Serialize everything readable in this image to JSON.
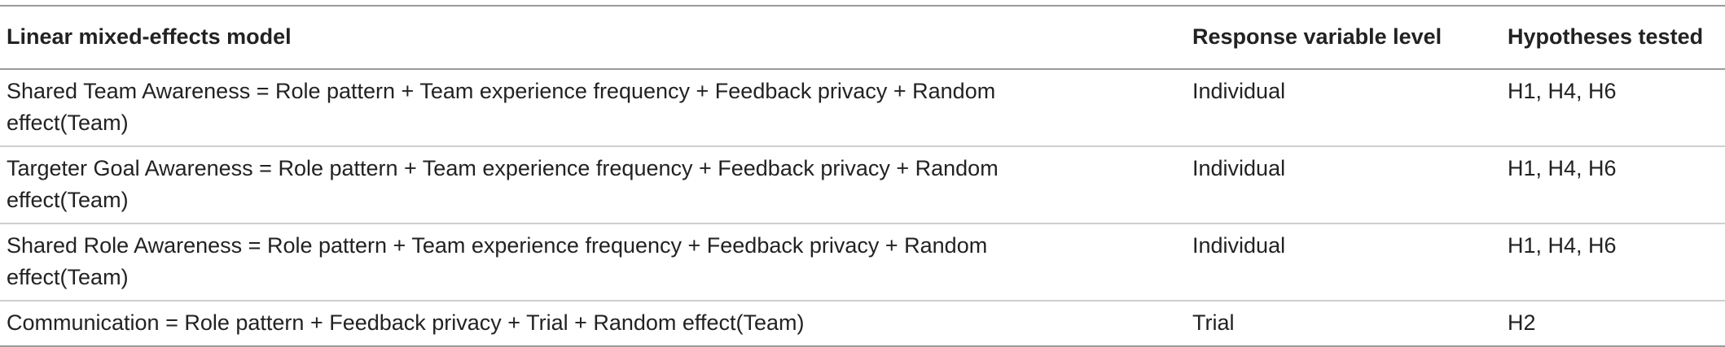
{
  "header": {
    "model": "Linear mixed-effects model",
    "level": "Response variable level",
    "hypotheses": "Hypotheses tested"
  },
  "rows": [
    {
      "model": "Shared Team Awareness = Role pattern + Team experience frequency + Feedback privacy + Random effect(Team)",
      "level": "Individual",
      "hypotheses": "H1, H4, H6"
    },
    {
      "model": "Targeter Goal Awareness = Role pattern + Team experience frequency + Feedback privacy + Random effect(Team)",
      "level": "Individual",
      "hypotheses": "H1, H4, H6"
    },
    {
      "model": "Shared Role Awareness = Role pattern + Team experience frequency + Feedback privacy + Random effect(Team)",
      "level": "Individual",
      "hypotheses": "H1, H4, H6"
    },
    {
      "model": "Communication = Role pattern + Feedback privacy + Trial + Random effect(Team)",
      "level": "Trial",
      "hypotheses": "H2"
    }
  ]
}
